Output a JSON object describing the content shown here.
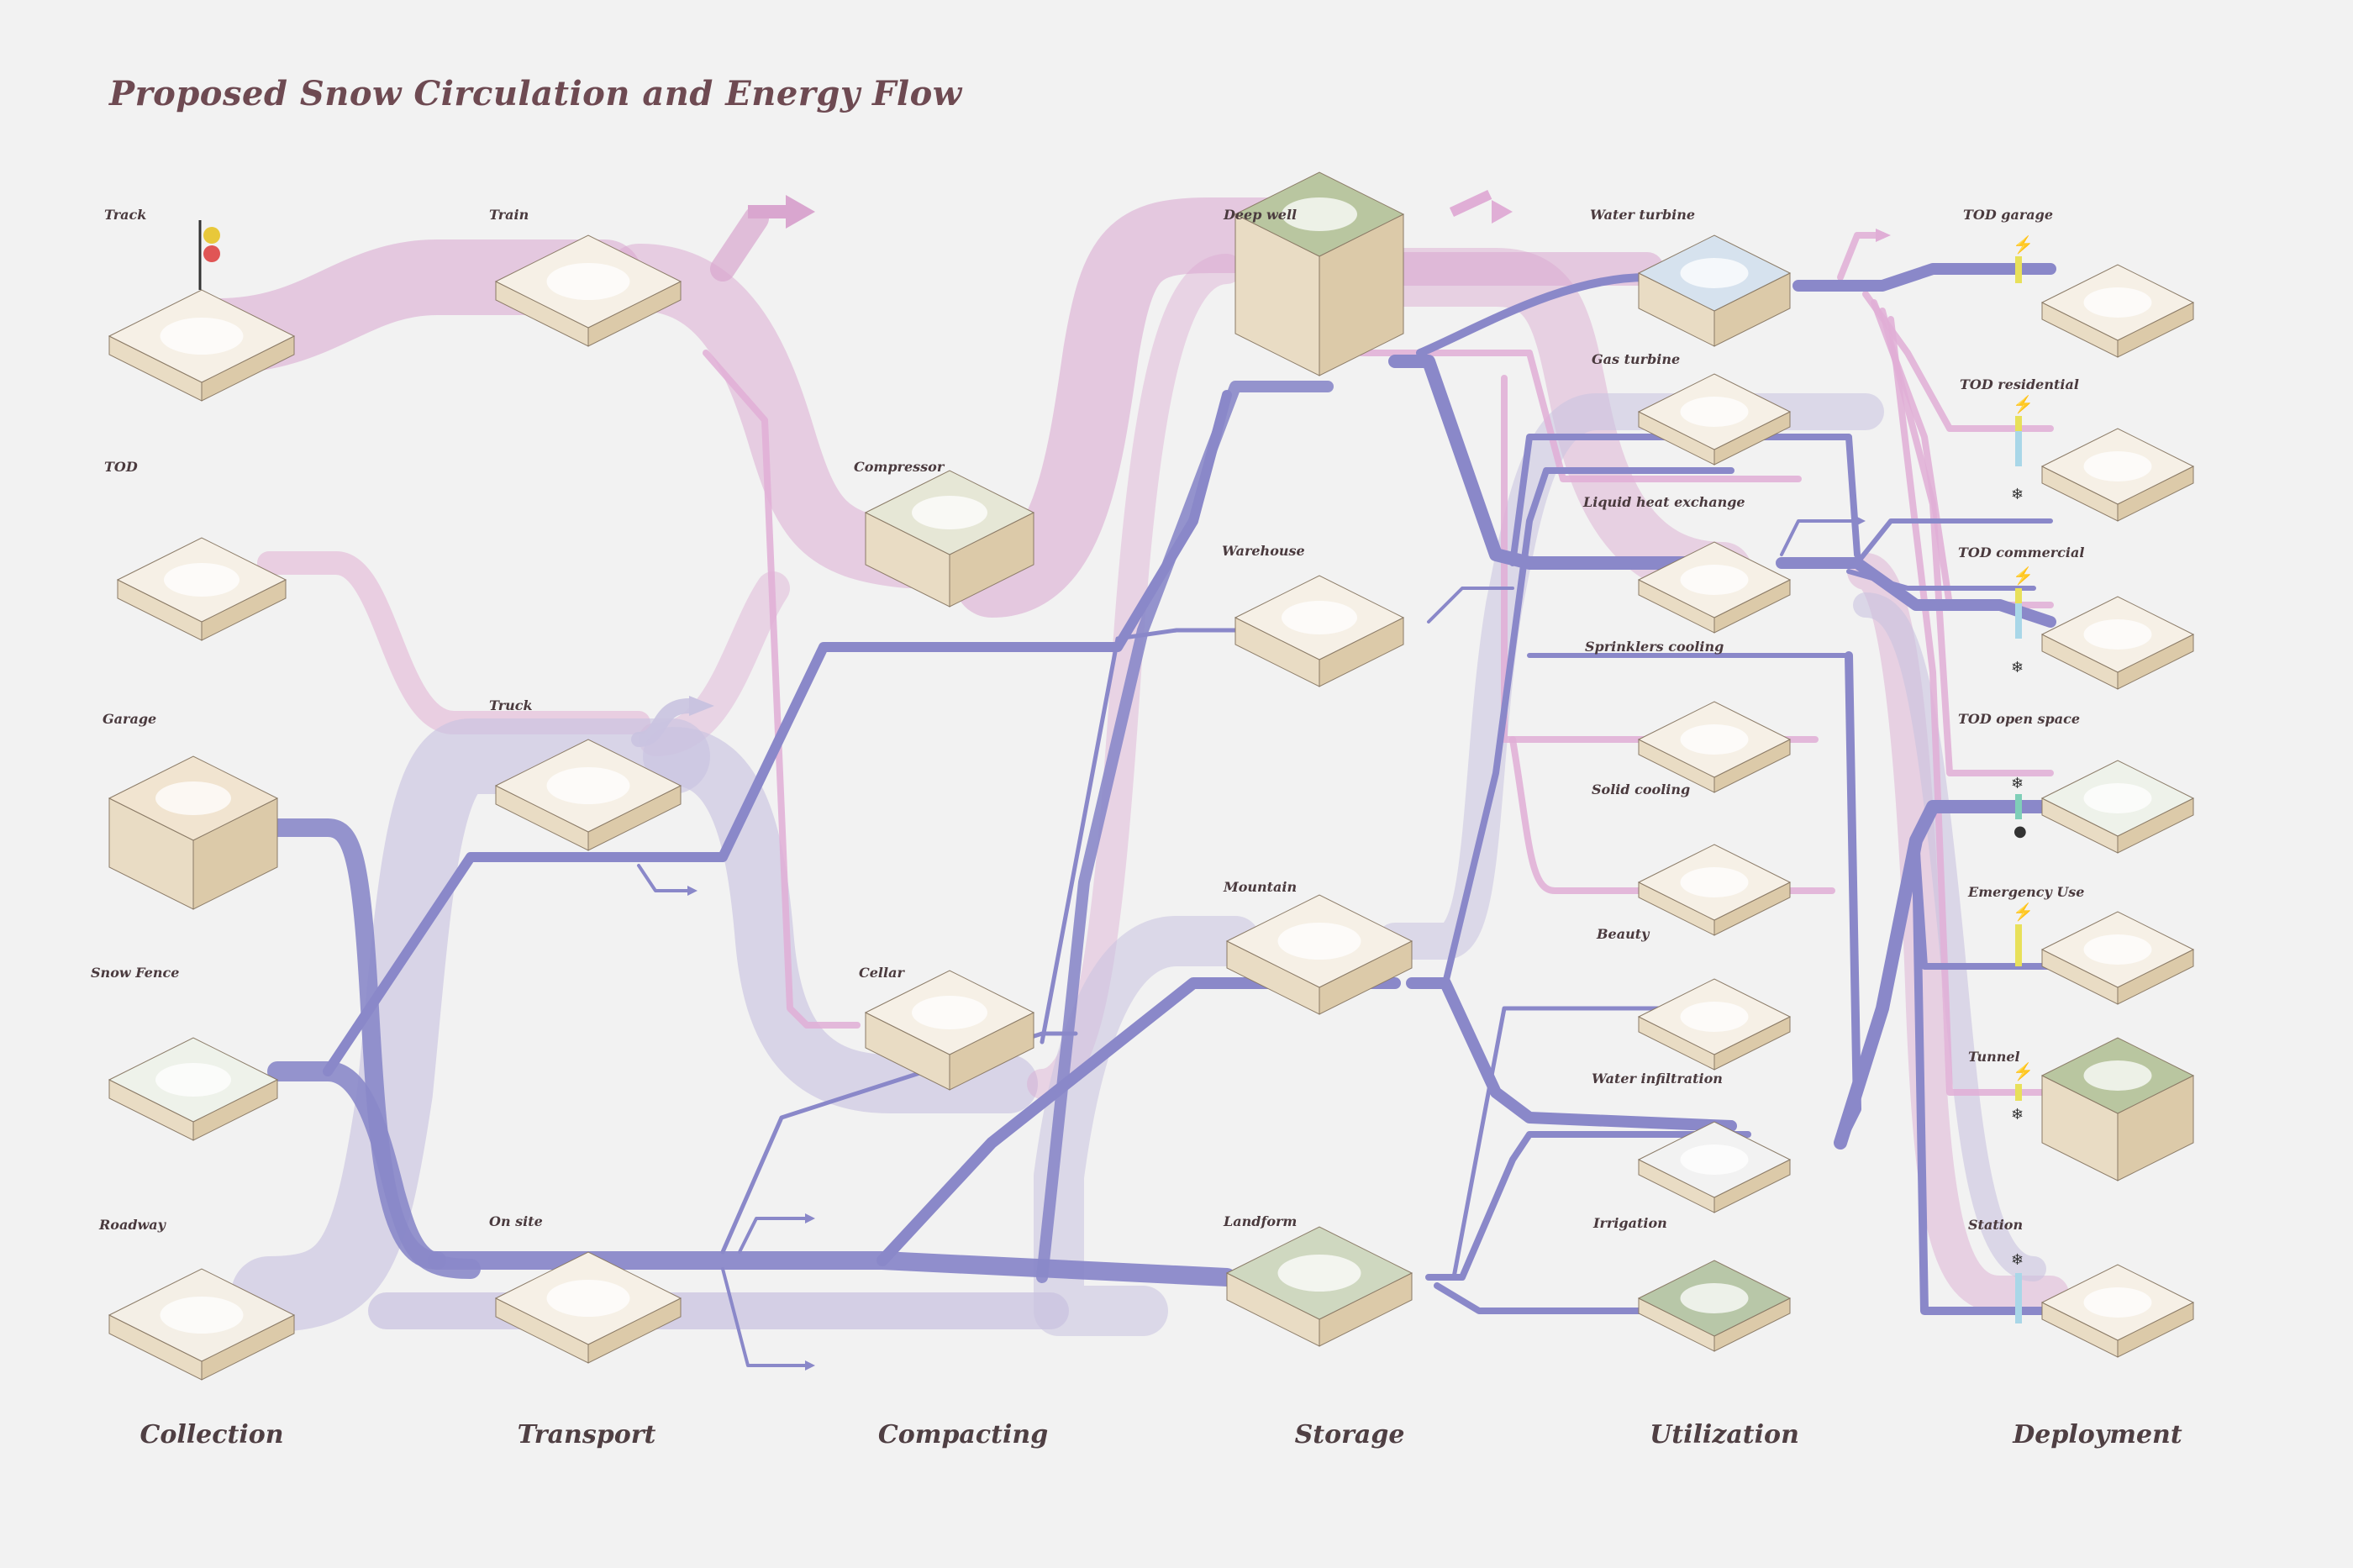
{
  "title": "Proposed Snow Circulation and Energy Flow",
  "colors": {
    "background": "#f2f2f2",
    "pink_flow": "#d9a6cf",
    "lavender_flow": "#c9c3e0",
    "blue_flow": "#8a88c9",
    "electric_indicator": "#e8e05a",
    "cold_indicator": "#a9d7e8"
  },
  "stages": [
    "Collection",
    "Transport",
    "Compacting",
    "Storage",
    "Utilization",
    "Deployment"
  ],
  "nodes": {
    "collection": [
      "Track",
      "TOD",
      "Garage",
      "Snow Fence",
      "Roadway"
    ],
    "transport": [
      "Train",
      "Truck",
      "On site"
    ],
    "compacting": [
      "Compressor",
      "Cellar"
    ],
    "storage": [
      "Deep well",
      "Warehouse",
      "Mountain",
      "Landform"
    ],
    "utilization": [
      "Water turbine",
      "Gas turbine",
      "Liquid heat exchange",
      "Sprinklers cooling",
      "Solid cooling",
      "Beauty",
      "Water infiltration",
      "Irrigation"
    ],
    "deployment": [
      "TOD garage",
      "TOD residential",
      "TOD commercial",
      "TOD open space",
      "Emergency Use",
      "Tunnel",
      "Station"
    ]
  },
  "icons": {
    "electricity": "lightning-bolt-icon",
    "cooling": "snowflake-icon",
    "water": "water-drop-icon",
    "export": "arrow-right-icon"
  }
}
